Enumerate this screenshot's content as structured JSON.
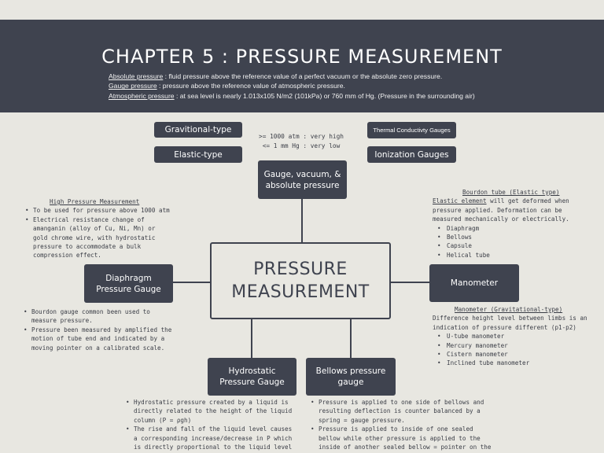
{
  "header": {
    "title": "CHAPTER 5 : PRESSURE MEASUREMENT",
    "definitions": [
      {
        "term": "Absolute pressure",
        "text": " : fluid pressure above the reference value of a perfect vacuum or the absolute zero pressure."
      },
      {
        "term": "Gauge pressure",
        "text": " : pressure above the reference value of atmospheric pressure."
      },
      {
        "term": "Atmospheric pressure",
        "text": " : at sea level is nearly 1.013x105 N/m2 (101kPa) or 760 mm of Hg. (Pressure in the surrounding air)"
      }
    ]
  },
  "top_boxes": {
    "gravitional": "Gravitional-type",
    "elastic": "Elastic-type",
    "thermal": "Thermal Conductivty Gauges",
    "ionization": "Ionization Gauges"
  },
  "range": {
    "line1": ">= 1000 atm : very high",
    "line2": "<= 1 mm Hg : very low"
  },
  "center": {
    "line1": "PRESSURE",
    "line2": "MEASUREMENT"
  },
  "nodes": {
    "gauge_vacuum": {
      "line1": "Gauge, vacuum, &",
      "line2": "absolute pressure"
    },
    "diaphragm": {
      "line1": "Diaphragm",
      "line2": "Pressure Gauge"
    },
    "manometer": "Manometer",
    "hydrostatic": {
      "line1": "Hydrostatic",
      "line2": "Pressure Gauge"
    },
    "bellows": {
      "line1": "Bellows pressure",
      "line2": "gauge"
    }
  },
  "notes": {
    "high_pressure": {
      "heading": "High Pressure Measurement",
      "items": [
        "To be used for pressure above 1000 atm",
        "Electrical resistance change of amanganin (alloy of Cu, Ni, Mn) or gold chrome wire, with hydrostatic pressure to accommodate a bulk compression effect."
      ]
    },
    "bourdon_tube": {
      "heading": "Bourdon tube (Elastic type)",
      "intro_term": "Elastic element",
      "intro_text": " will get deformed when pressure applied. Deformation can be measured mechanically or electrically.",
      "items": [
        "Diaphragm",
        "Bellows",
        "Capsule",
        "Helical tube"
      ]
    },
    "diaphragm_notes": {
      "items": [
        "Bourdon gauge common been used to measure pressure.",
        "Pressure been measured by amplified the motion of tube end and indicated by a moving pointer on a calibrated scale."
      ]
    },
    "manometer_notes": {
      "heading": "Manometer (Gravitational-type)",
      "intro": "Difference height level between limbs is an indication of pressure different (p1-p2)",
      "items": [
        "U-tube manometer",
        "Mercury manometer",
        "Cistern manometer",
        "Inclined tube manometer"
      ]
    },
    "hydrostatic_notes": {
      "items": [
        "Hydrostatic pressure created by a liquid is directly related to the height of the liquid column (P = ρgh)",
        "The rise and fall of the liquid level causes a corresponding increase/decrease in P which is directly proportional to the liquid level h."
      ]
    },
    "bellows_notes": {
      "items": [
        "Pressure is applied to one side of bellows and resulting deflection is counter balanced by a spring = gauge pressure.",
        "Pressure is applied to inside of one sealed bellow while other pressure is applied to the inside of another sealed bellow = pointer on the scale"
      ]
    }
  }
}
